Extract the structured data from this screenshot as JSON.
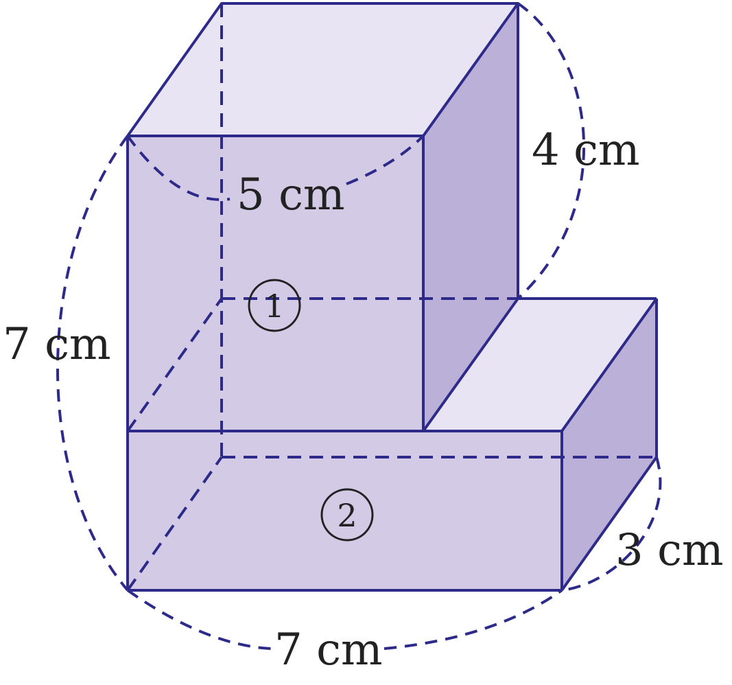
{
  "colors": {
    "stroke": "#2e2a8a",
    "front_face": "#d3cbe6",
    "top_face": "#e8e4f3",
    "side_face": "#bbb1d8",
    "text": "#222222"
  },
  "labels": {
    "width_top": "5 cm",
    "height_top": "4 cm",
    "height_total": "7 cm",
    "width_bottom": "7 cm",
    "depth": "3 cm"
  },
  "part_markers": {
    "part_1": "1",
    "part_2": "2"
  }
}
